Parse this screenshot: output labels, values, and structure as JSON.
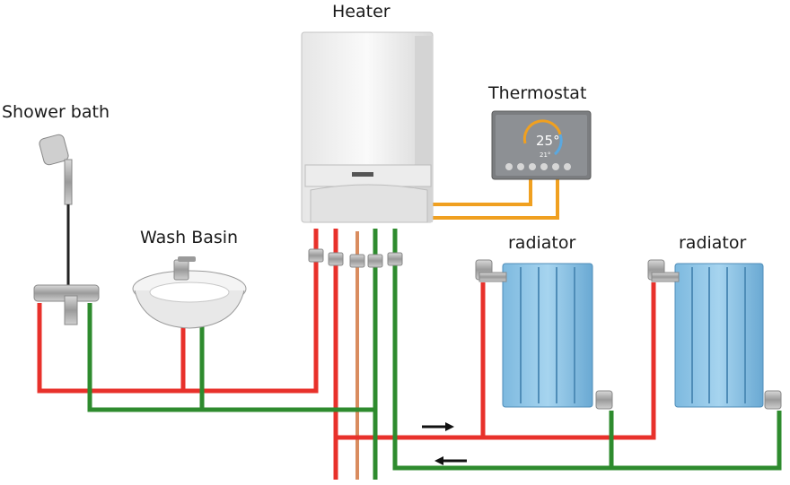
{
  "labels": {
    "heater": "Heater",
    "thermostat": "Thermostat",
    "shower": "Shower bath",
    "wash_basin": "Wash Basin",
    "radiator_1": "radiator",
    "radiator_2": "radiator"
  },
  "thermostat_display": {
    "temperature": "25°",
    "setpoint": "21°"
  },
  "colors": {
    "hot_pipe": "#e8312b",
    "return_pipe": "#2e8b2e",
    "gas_pipe": "#d98c5f",
    "thermostat_wire": "#f0a020",
    "radiator": "#8cc6e8"
  },
  "icons": {
    "flow_right": "arrow-right-icon",
    "flow_left": "arrow-left-icon"
  }
}
